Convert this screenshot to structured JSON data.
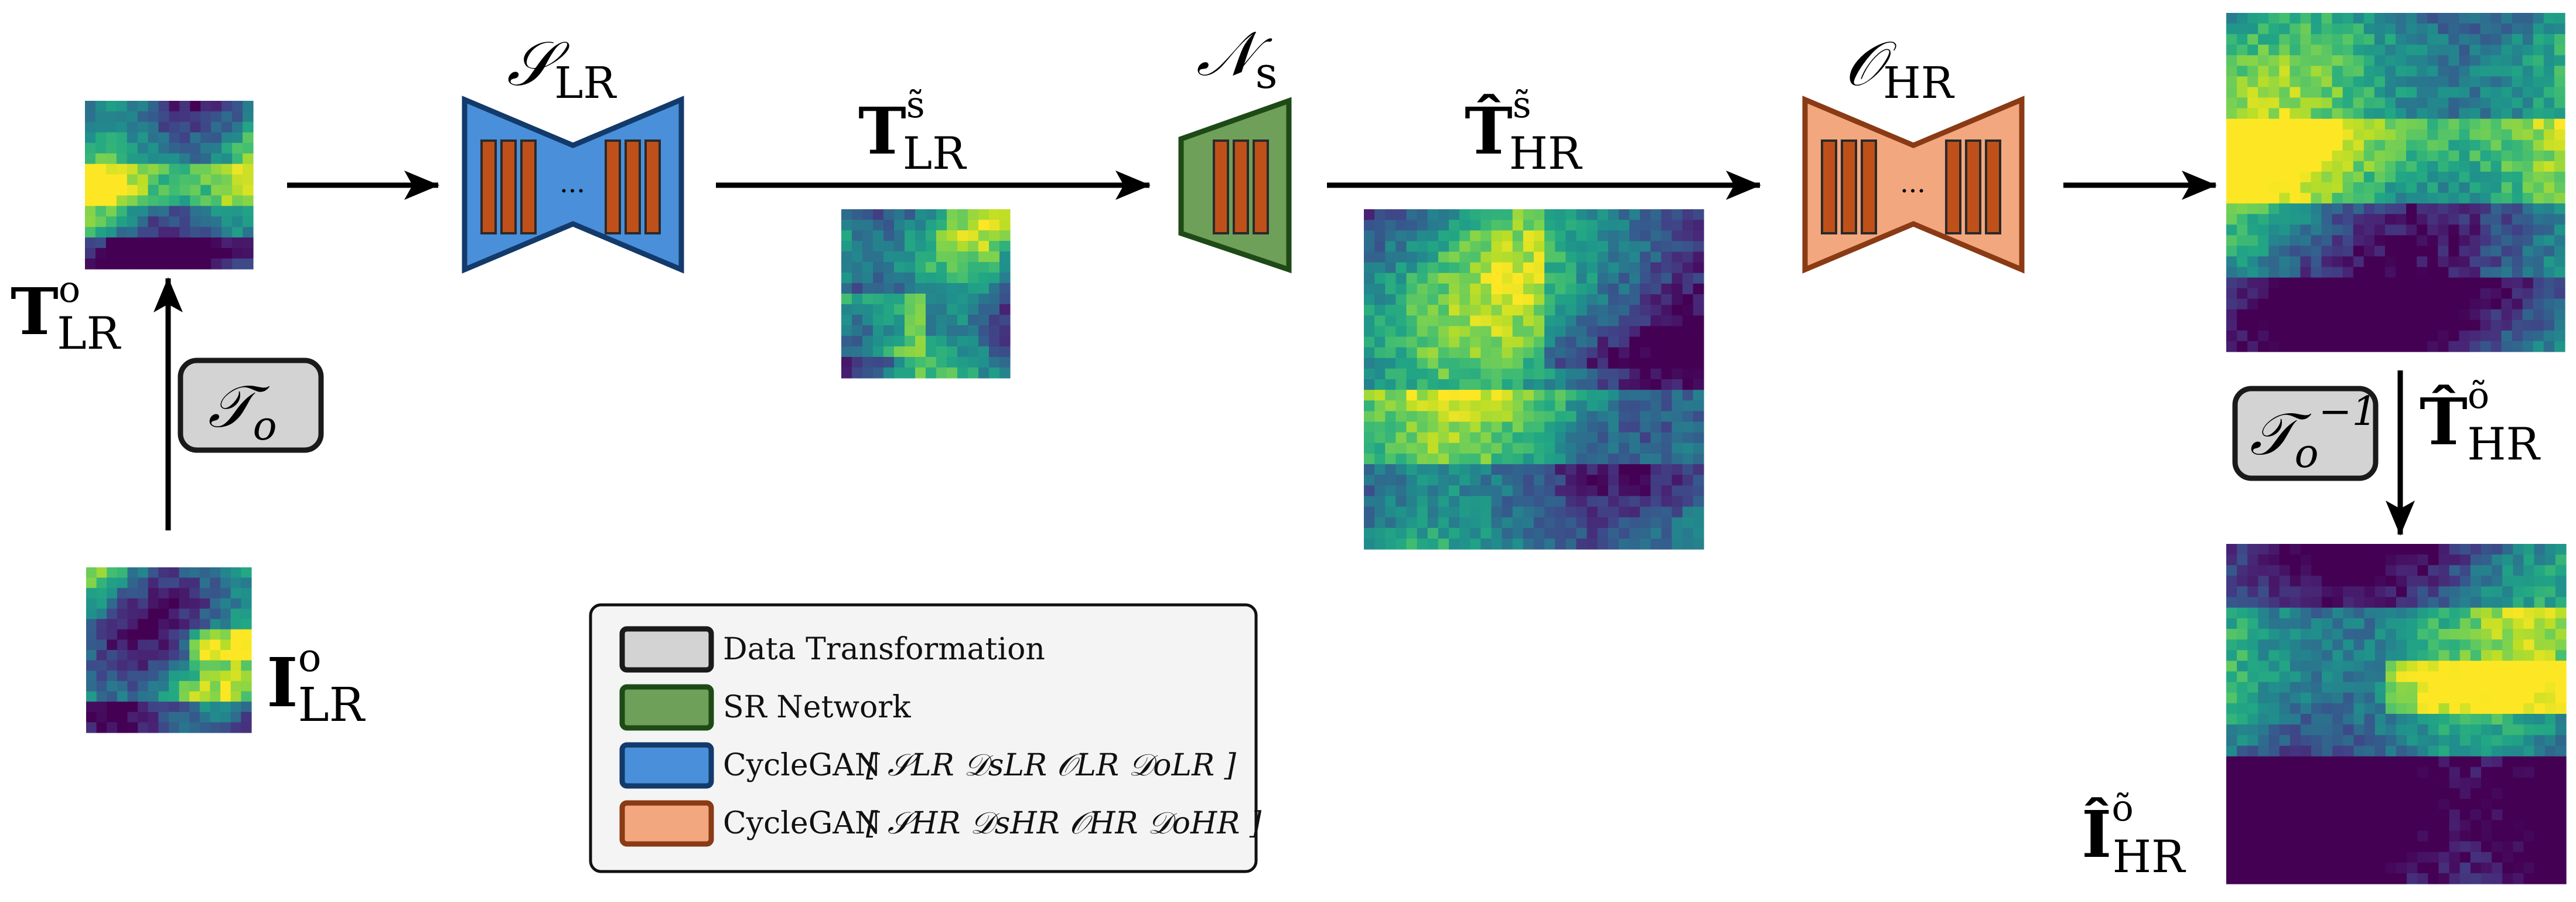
{
  "nodes": {
    "input_lr": {
      "base": "I",
      "sup": "o",
      "sub": "LR"
    },
    "transformed_lr": {
      "base": "T",
      "sup": "o",
      "sub": "LR"
    },
    "transform_op": {
      "base": "𝒯",
      "sub": "o"
    },
    "s_lr": {
      "base": "𝒮",
      "sub": "LR"
    },
    "t_lr_s": {
      "base": "T",
      "sup": "s̃",
      "sub": "LR"
    },
    "n_s": {
      "base": "𝒩",
      "sub": "s"
    },
    "t_hr_s": {
      "base": "T̂",
      "sup": "s̃",
      "sub": "HR"
    },
    "o_hr": {
      "base": "𝒪",
      "sub": "HR"
    },
    "inverse_op": {
      "base": "𝒯",
      "sub": "o",
      "sup": "−1"
    },
    "t_hr_o": {
      "base": "T̂",
      "sup": "õ",
      "sub": "HR"
    },
    "output_hr": {
      "base": "Î",
      "sup": "õ",
      "sub": "HR"
    }
  },
  "block_dots": "...",
  "legend": [
    {
      "label": "Data Transformation",
      "fill": "#d3d3d3",
      "stroke": "#1a1a1a"
    },
    {
      "label": "SR Network",
      "fill": "#6fa05a",
      "stroke": "#1e4a16"
    },
    {
      "label": "CycleGAN",
      "fill": "#4a8fd9",
      "stroke": "#123a6b",
      "math": [
        "𝒮LR",
        "𝒟sLR",
        "𝒪LR",
        "𝒟oLR"
      ]
    },
    {
      "label": "CycleGAN",
      "fill": "#f2a77f",
      "stroke": "#8a3a14",
      "math": [
        "𝒮HR",
        "𝒟sHR",
        "𝒪HR",
        "𝒟oHR"
      ]
    }
  ],
  "colors": {
    "blue_fill": "#4a8fd9",
    "blue_stroke": "#123a6b",
    "green_fill": "#6fa05a",
    "green_stroke": "#1e4a16",
    "orange_fill": "#f2a77f",
    "orange_stroke": "#8a3a14",
    "bar_fill": "#c0501a",
    "bar_stroke": "#2a2a2a",
    "op_fill": "#d3d3d3"
  }
}
